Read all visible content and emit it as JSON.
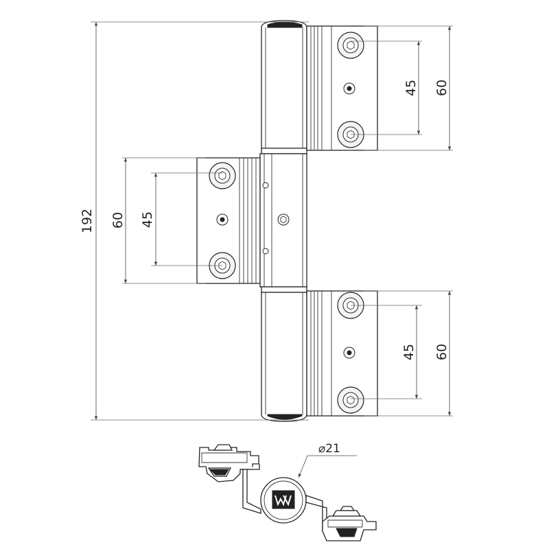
{
  "dimensions": {
    "overall_height": "192",
    "upper_leaf_hole_spacing": "45",
    "upper_leaf_height": "60",
    "middle_leaf_height": "60",
    "middle_leaf_hole_spacing": "45",
    "lower_leaf_hole_spacing": "45",
    "lower_leaf_height": "60",
    "pin_diameter": "⌀21"
  }
}
